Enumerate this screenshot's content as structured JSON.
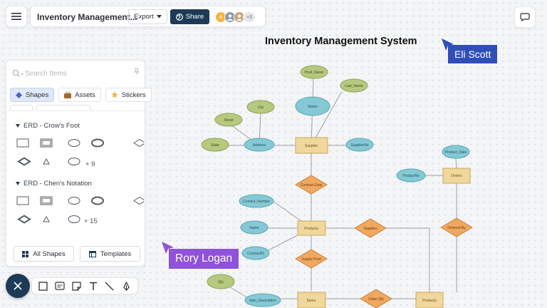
{
  "app": {
    "document_title": "Inventory Management...",
    "export_label": "Export",
    "share_label": "Share",
    "avatars": [
      "A",
      "",
      "",
      "+3"
    ]
  },
  "panel": {
    "search_placeholder": "Search Items",
    "tabs": [
      {
        "label": "Shapes",
        "active": true
      },
      {
        "label": "Assets",
        "active": false
      },
      {
        "label": "Stickers",
        "active": false
      }
    ],
    "sections": [
      {
        "title": "ERD - Crow's Foot",
        "more": "+ 9"
      },
      {
        "title": "ERD - Chen's Notation",
        "more": "+ 15"
      }
    ],
    "all_shapes_label": "All Shapes",
    "templates_label": "Templates"
  },
  "bottom_tools": [
    "close-icon",
    "rectangle-icon",
    "card-icon",
    "sticky-note-icon",
    "text-icon",
    "line-icon",
    "pen-icon"
  ],
  "canvas": {
    "title": "Inventory Management System",
    "cursors": [
      {
        "name": "Eli Scott",
        "color": "#2f4fb7"
      },
      {
        "name": "Rory Logan",
        "color": "#8f52d8"
      }
    ]
  },
  "colors": {
    "entity_fill": "#f0d79b",
    "attribute_fill": "#86c9d6",
    "relationship_fill": "#f0a860",
    "secondary_attribute_fill": "#b6c97e",
    "primary_dark": "#1d3a57"
  },
  "diagram": {
    "entities": [
      "Supplier",
      "Products",
      "Orders",
      "Items",
      "Products"
    ],
    "relationships": [
      "Contract Deal",
      "Supply Prod",
      "Supplies",
      "Ordered By",
      "Order Qty"
    ],
    "attributes": [
      "Prod_Name",
      "Last_Name",
      "Name",
      "City",
      "Street",
      "State",
      "Address",
      "SupplierNo",
      "Contact_Number",
      "Name",
      "ContractID",
      "Product_Date",
      "ProductNo",
      "Qty",
      "Item_Description"
    ]
  }
}
